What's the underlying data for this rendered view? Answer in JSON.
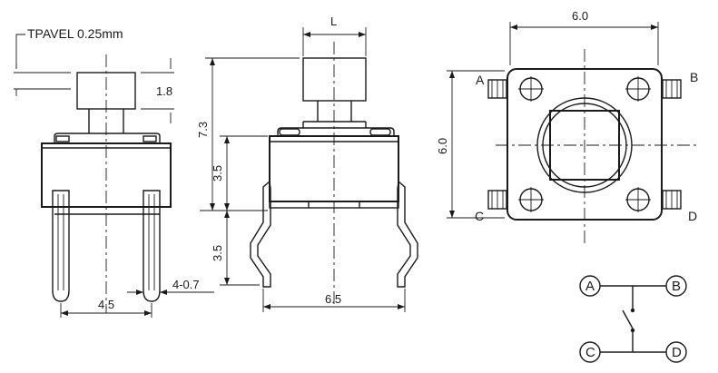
{
  "left_view": {
    "tpavel_note": "TPAVEL 0.25mm",
    "height_cap": "1.8",
    "width_pins": "4.5",
    "pin_size": "4-0.7"
  },
  "middle_view": {
    "cap_label": "L",
    "total_height": "7.3",
    "body_height": "3.5",
    "pin_height": "3.5",
    "pin_span": "6.5"
  },
  "top_view": {
    "width": "6.0",
    "height": "6.0",
    "pin_a": "A",
    "pin_b": "B",
    "pin_c": "C",
    "pin_d": "D"
  },
  "schematic": {
    "node_a": "A",
    "node_b": "B",
    "node_c": "C",
    "node_d": "D"
  }
}
